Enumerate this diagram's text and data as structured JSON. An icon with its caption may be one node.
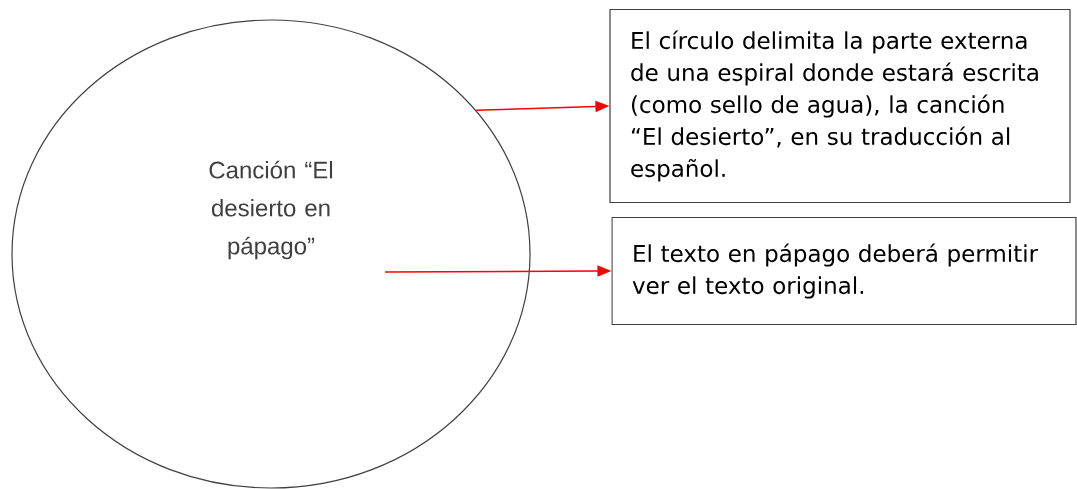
{
  "diagram": {
    "nodes": [
      {
        "text": [
          "Canción “El desierto en pápago”"
        ]
      },
      {
        "text": [
          "El círculo delimita la parte externa de una espiral donde estará escrita (como sello de agua), la canción “El desierto”, en su traducción al español."
        ]
      },
      {
        "text": [
          "El texto en pápago deberá permitir ver el texto original."
        ]
      }
    ],
    "edges": [
      {
        "from": 0,
        "to": 1,
        "arrow": "to"
      },
      {
        "from": 0,
        "to": 2,
        "arrow": "to"
      }
    ]
  }
}
